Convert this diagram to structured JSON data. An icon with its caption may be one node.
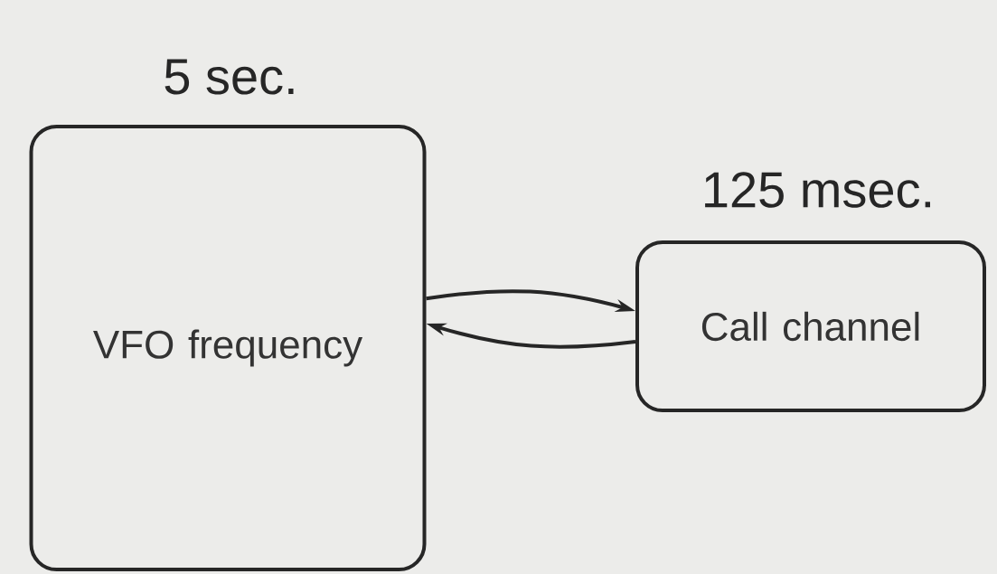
{
  "diagram": {
    "nodes": [
      {
        "text": [
          "VFO frequency"
        ],
        "beside": [
          "5 sec."
        ]
      },
      {
        "text": [
          "Call channel"
        ],
        "beside": [
          "125 msec."
        ]
      }
    ],
    "edges": [
      {
        "from": 0,
        "to": 1,
        "arrow": "to"
      },
      {
        "from": 1,
        "to": 0,
        "arrow": "to"
      }
    ]
  }
}
